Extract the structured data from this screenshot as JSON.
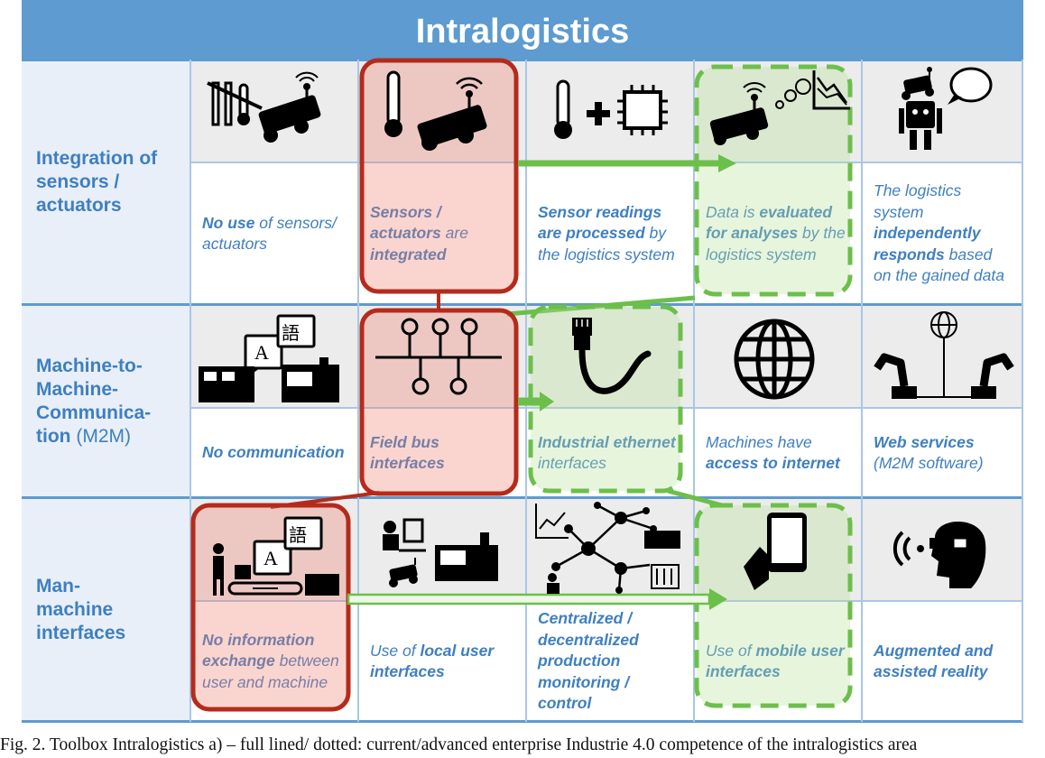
{
  "title": "Intralogistics",
  "rows": [
    {
      "label": "Integration of sensors / actuators",
      "label_extra": ""
    },
    {
      "label": "Machine-to-Machine-Communica-tion",
      "label_extra": "(M2M)"
    },
    {
      "label": "Man-machine interfaces",
      "label_extra": ""
    }
  ],
  "cells": [
    [
      [
        "No use",
        " of sensors/ actuators"
      ],
      [
        "Sensors / actuators",
        " are ",
        "integrated"
      ],
      [
        "Sensor readings are processed",
        " by the logistics system"
      ],
      [
        "Data is ",
        "evaluated for analyses",
        " by the logistics system"
      ],
      [
        "The logistics system ",
        "independently responds",
        " based on the gained data"
      ]
    ],
    [
      [
        "No communication"
      ],
      [
        "Field bus interfaces"
      ],
      [
        "Industrial ethernet",
        " interfaces"
      ],
      [
        "Machines have ",
        "access to internet"
      ],
      [
        "Web services",
        " (M2M software)"
      ]
    ],
    [
      [
        "No information exchange",
        " between user and machine"
      ],
      [
        "Use of ",
        "local user interfaces"
      ],
      [
        "Centralized / decentralized production monitoring / control"
      ],
      [
        "Use of ",
        "mobile user interfaces"
      ],
      [
        "Augmented and assisted reality"
      ]
    ]
  ],
  "icons": [
    [
      "crossed-sensors-robot-icon",
      "thermometer-robot-icon",
      "thermometer-plus-chip-icon",
      "robot-thinking-chart-icon",
      "robot-speech-bubble-icon"
    ],
    [
      "translation-machines-icon",
      "field-bus-icon",
      "ethernet-cable-icon",
      "globe-icon",
      "robot-arms-globe-icon"
    ],
    [
      "worker-conveyor-icon",
      "workstation-robot-icon",
      "network-monitoring-icon",
      "mobile-hand-icon",
      "ar-headset-icon"
    ]
  ],
  "legend": {
    "current_color": "#b52b1b",
    "advanced_color": "#6cbf4a",
    "header_color": "#5d9bd0"
  },
  "caption": "Fig. 2. Toolbox Intralogistics a) – full lined/ dotted: current/advanced enterprise Industrie 4.0 competence of the intralogistics area"
}
